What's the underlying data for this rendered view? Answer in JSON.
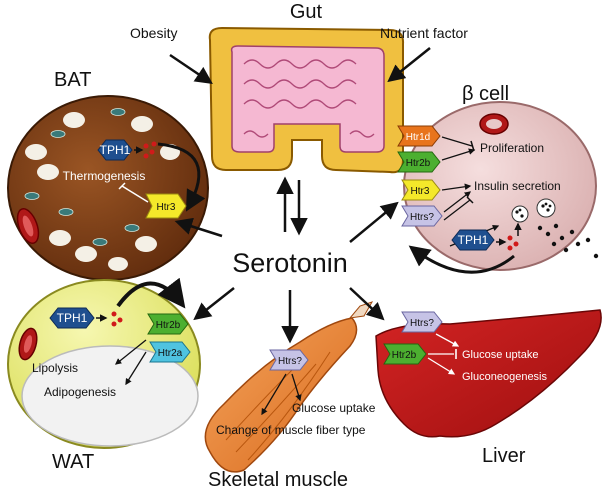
{
  "labels": {
    "gut": "Gut",
    "obesity": "Obesity",
    "nutrient_factor": "Nutrient factor",
    "serotonin": "Serotonin",
    "bat": "BAT",
    "beta_cell": "β cell",
    "wat": "WAT",
    "liver": "Liver",
    "skeletal_muscle": "Skeletal muscle"
  },
  "bat": {
    "tph1": "TPH1",
    "thermogenesis": "Thermogenesis",
    "htr3": "Htr3"
  },
  "beta": {
    "htr1d": "Htr1d",
    "htr2b": "Htr2b",
    "htr3": "Htr3",
    "htrs": "Htrs?",
    "tph1": "TPH1",
    "proliferation": "Proliferation",
    "insulin_secretion": "Insulin secretion"
  },
  "wat": {
    "tph1": "TPH1",
    "htr2b": "Htr2b",
    "htr2a": "Htr2a",
    "lipolysis": "Lipolysis",
    "adipogenesis": "Adipogenesis"
  },
  "muscle": {
    "htrs": "Htrs?",
    "glucose_uptake": "Glucose uptake",
    "fiber_type": "Change of muscle fiber type"
  },
  "liver": {
    "htrs": "Htrs?",
    "htr2b": "Htr2b",
    "glucose_uptake": "Glucose uptake",
    "gluconeogenesis": "Gluconeogenesis"
  },
  "colors": {
    "bat_fill": "#7a3d16",
    "beta_fill": "#e8c9c9",
    "wat_fill": "#eaee88",
    "liver_fill": "#c01818",
    "muscle_fill": "#ec8a3c",
    "gut_fill": "#f0c040",
    "gut_inner": "#f5b8d2",
    "tph1_fill": "#1f4f8f",
    "receptor_green": "#4caf30",
    "receptor_yellow": "#f4e82a",
    "receptor_lavender": "#c6c3e6",
    "receptor_orange": "#e8741c",
    "receptor_cyan": "#4fc3e0"
  }
}
